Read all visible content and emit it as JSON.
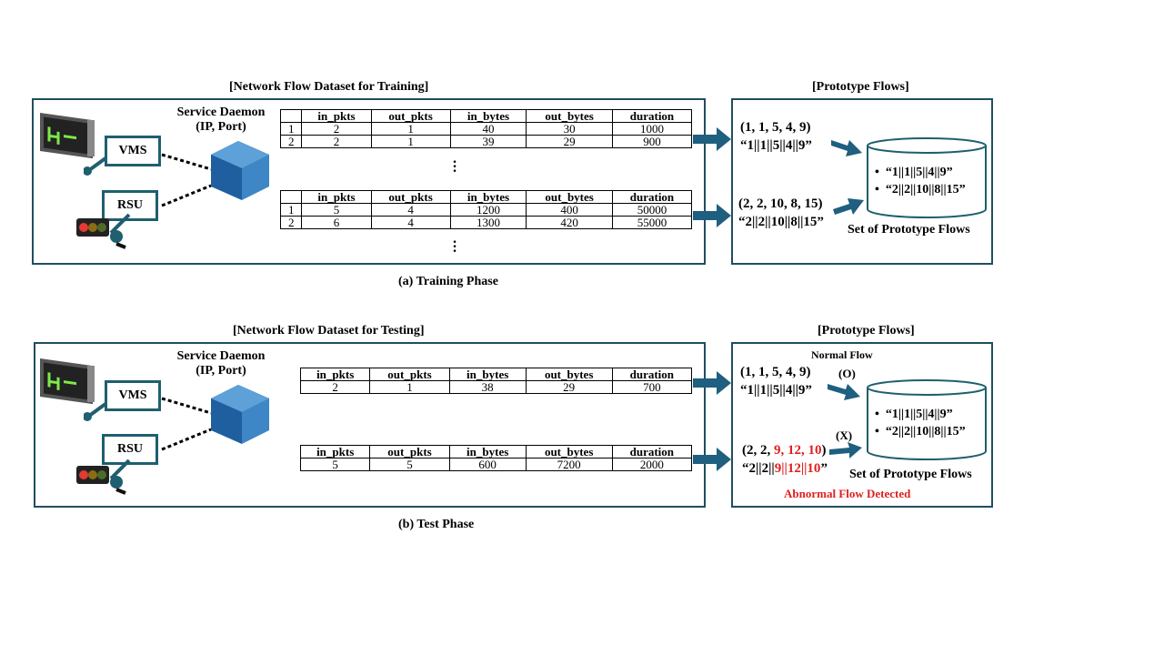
{
  "training": {
    "dataset_title": "[Network Flow Dataset for Training]",
    "proto_title": "[Prototype Flows]",
    "caption": "(a) Training Phase",
    "service_daemon": "Service Daemon",
    "ip_port": "(IP, Port)",
    "vms": "VMS",
    "rsu": "RSU",
    "table1": {
      "headers": [
        "",
        "in_pkts",
        "out_pkts",
        "in_bytes",
        "out_bytes",
        "duration"
      ],
      "rows": [
        [
          "1",
          "2",
          "1",
          "40",
          "30",
          "1000"
        ],
        [
          "2",
          "2",
          "1",
          "39",
          "29",
          "900"
        ]
      ]
    },
    "table2": {
      "headers": [
        "",
        "in_pkts",
        "out_pkts",
        "in_bytes",
        "out_bytes",
        "duration"
      ],
      "rows": [
        [
          "1",
          "5",
          "4",
          "1200",
          "400",
          "50000"
        ],
        [
          "2",
          "6",
          "4",
          "1300",
          "420",
          "55000"
        ]
      ]
    },
    "tuple1": "(1, 1, 5, 4, 9)",
    "string1": "“1||1||5||4||9”",
    "tuple2": "(2, 2, 10, 8, 15)",
    "string2": "“2||2||10||8||15”",
    "set_items": [
      "“1||1||5||4||9”",
      "“2||2||10||8||15”"
    ],
    "set_label": "Set of Prototype Flows"
  },
  "testing": {
    "dataset_title": "[Network Flow Dataset for Testing]",
    "proto_title": "[Prototype Flows]",
    "caption": "(b) Test Phase",
    "service_daemon": "Service Daemon",
    "ip_port": "(IP, Port)",
    "vms": "VMS",
    "rsu": "RSU",
    "table1": {
      "headers": [
        "in_pkts",
        "out_pkts",
        "in_bytes",
        "out_bytes",
        "duration"
      ],
      "rows": [
        [
          "2",
          "1",
          "38",
          "29",
          "700"
        ]
      ]
    },
    "table2": {
      "headers": [
        "in_pkts",
        "out_pkts",
        "in_bytes",
        "out_bytes",
        "duration"
      ],
      "rows": [
        [
          "5",
          "5",
          "600",
          "7200",
          "2000"
        ]
      ]
    },
    "normal_flow": "Normal Flow",
    "normal_mark": "(O)",
    "tuple1": "(1, 1, 5, 4, 9)",
    "string1": "“1||1||5||4||9”",
    "abnormal_mark": "(X)",
    "tuple2_prefix": "(2, 2, ",
    "tuple2_red": "9, 12, 10",
    "tuple2_suffix": ")",
    "string2_prefix": "“2||2||",
    "string2_red": "9||12||10",
    "string2_suffix": "”",
    "set_items": [
      "“1||1||5||4||9”",
      "“2||2||10||8||15”"
    ],
    "set_label": "Set of Prototype Flows",
    "abnormal_detected": "Abnormal Flow Detected"
  },
  "colors": {
    "arrow": "#1f5f7f",
    "panel_border": "#1f4e5f",
    "building": "#2e75b6",
    "alert": "#e02020"
  }
}
